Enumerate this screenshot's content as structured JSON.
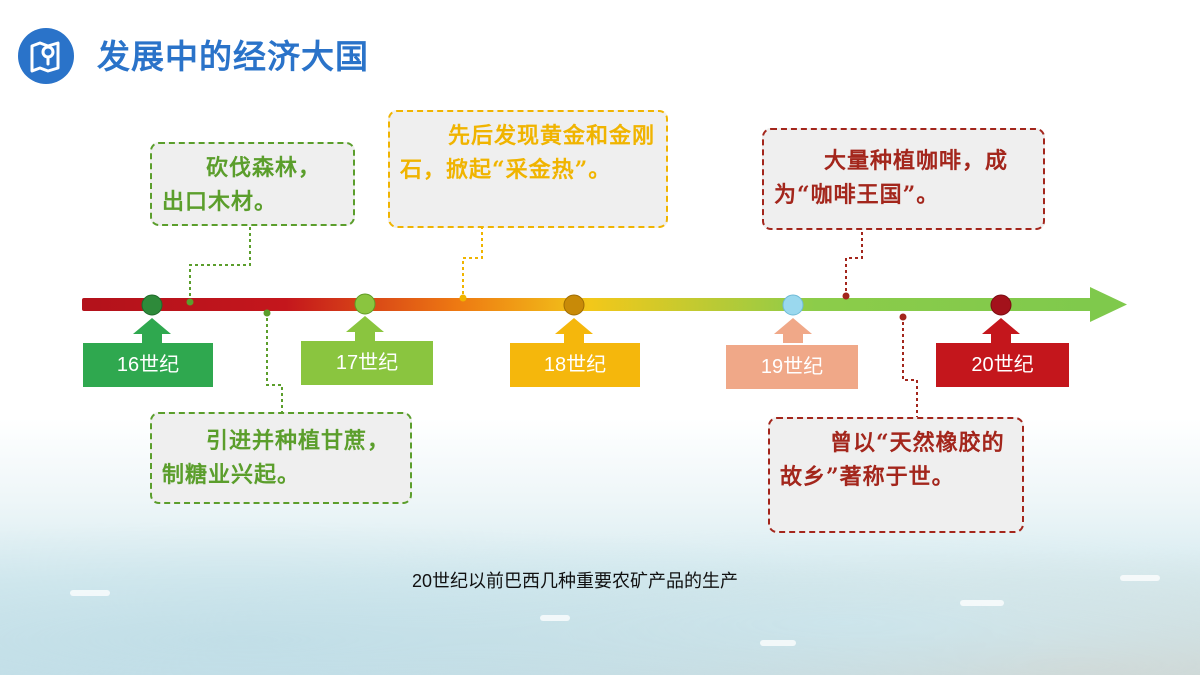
{
  "header": {
    "title": "发展中的经济大国",
    "icon": "map-pin-icon"
  },
  "timeline": {
    "eras": [
      {
        "label": "16世纪",
        "color": "#2fa84f"
      },
      {
        "label": "17世纪",
        "color": "#8ac53f"
      },
      {
        "label": "18世纪",
        "color": "#f5b70c"
      },
      {
        "label": "19世纪",
        "color": "#f0a888"
      },
      {
        "label": "20世纪",
        "color": "#c4161c"
      }
    ],
    "events": [
      {
        "era": "16世纪",
        "text": "砍伐森林，出口木材。",
        "color": "#5b9e2c"
      },
      {
        "era": "16世纪",
        "text": "引进并种植甘蔗，制糖业兴起。",
        "color": "#5b9e2c"
      },
      {
        "era": "18世纪",
        "text": "先后发现黄金和金刚石，掀起“采金热”。",
        "color": "#f0b400"
      },
      {
        "era": "19世纪",
        "text": "大量种植咖啡，成为“咖啡王国”。",
        "color": "#a3261c"
      },
      {
        "era": "19世纪",
        "text": "曾以“天然橡胶的故乡”著称于世。",
        "color": "#a3261c"
      }
    ]
  },
  "caption": "20世纪以前巴西几种重要农矿产品的生产"
}
